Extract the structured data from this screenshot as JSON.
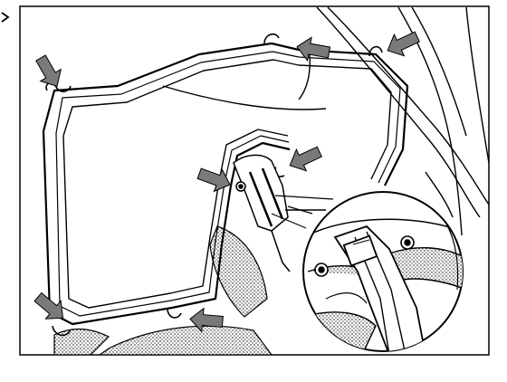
{
  "figure": {
    "corner_mark": "",
    "ref_code": "",
    "colors": {
      "ink": "#000000",
      "arrow_fill": "#7a7a7a",
      "paper": "#ffffff",
      "shade": "#bdbdbd"
    },
    "arrows": [
      {
        "name": "arrow-top-left-clip",
        "icon": "bold-arrow-icon"
      },
      {
        "name": "arrow-top-center-clip",
        "icon": "bold-arrow-icon"
      },
      {
        "name": "arrow-top-right-clip",
        "icon": "bold-arrow-icon"
      },
      {
        "name": "arrow-center-right-clip",
        "icon": "bold-arrow-icon"
      },
      {
        "name": "arrow-center-left-clip",
        "icon": "bold-arrow-icon"
      },
      {
        "name": "arrow-bottom-left-clip",
        "icon": "bold-arrow-icon"
      },
      {
        "name": "arrow-bottom-center-clip",
        "icon": "bold-arrow-icon"
      }
    ],
    "detail_inset": {
      "icon": "magnified-detail-circle"
    }
  }
}
